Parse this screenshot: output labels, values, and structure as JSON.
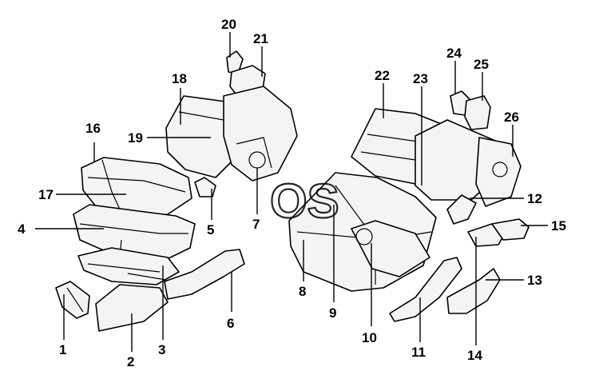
{
  "diagram": {
    "callouts": [
      {
        "id": 1,
        "label": "1"
      },
      {
        "id": 2,
        "label": "2"
      },
      {
        "id": 3,
        "label": "3"
      },
      {
        "id": 4,
        "label": "4"
      },
      {
        "id": 5,
        "label": "5"
      },
      {
        "id": 6,
        "label": "6"
      },
      {
        "id": 7,
        "label": "7"
      },
      {
        "id": 8,
        "label": "8"
      },
      {
        "id": 9,
        "label": "9"
      },
      {
        "id": 10,
        "label": "10"
      },
      {
        "id": 11,
        "label": "11"
      },
      {
        "id": 12,
        "label": "12"
      },
      {
        "id": 13,
        "label": "13"
      },
      {
        "id": 14,
        "label": "14"
      },
      {
        "id": 15,
        "label": "15"
      },
      {
        "id": 16,
        "label": "16"
      },
      {
        "id": 17,
        "label": "17"
      },
      {
        "id": 18,
        "label": "18"
      },
      {
        "id": 19,
        "label": "19"
      },
      {
        "id": 20,
        "label": "20"
      },
      {
        "id": 21,
        "label": "21"
      },
      {
        "id": 22,
        "label": "22"
      },
      {
        "id": 23,
        "label": "23"
      },
      {
        "id": 24,
        "label": "24"
      },
      {
        "id": 25,
        "label": "25"
      },
      {
        "id": 26,
        "label": "26"
      }
    ],
    "watermark": "OS"
  }
}
